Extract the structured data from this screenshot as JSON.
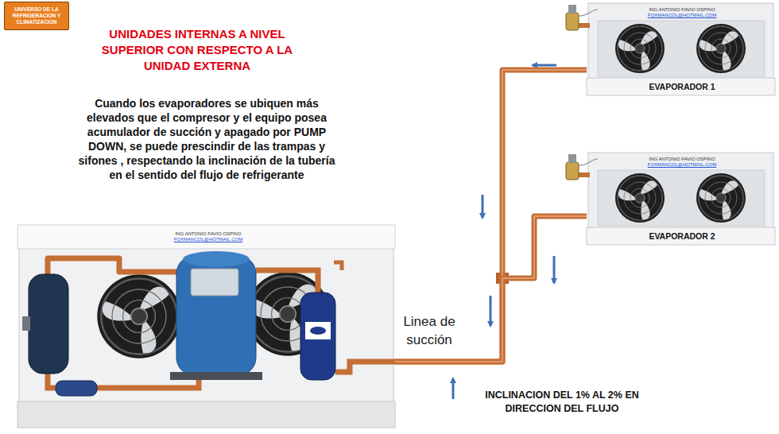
{
  "diagram": {
    "title": "UNIDADES INTERNAS A NIVEL SUPERIOR CON RESPECTO A LA UNIDAD EXTERNA",
    "nodes": [
      {
        "text": [
          "UNIVERSO DE LA REFRIGERACION Y CLIMATIZACION"
        ]
      },
      {
        "text": [
          "ING ANTONIO FAVIO OSPINO",
          "FOXMANCOL@HOTMAIL.COM",
          "EVAPORADOR 1"
        ]
      },
      {
        "text": [
          "ING ANTONIO FAVIO OSPINO",
          "FOXMANCOL@HOTMAIL.COM",
          "EVAPORADOR 2"
        ]
      },
      {
        "text": [
          "ING ANTONIO FAVIO OSPINO",
          "FOXMANCOL@HOTMAIL.COM"
        ]
      }
    ],
    "edges": [
      {
        "from": 1,
        "to": 3,
        "arrow": "none",
        "label": "Linea de succión"
      },
      {
        "from": 2,
        "to": 3,
        "arrow": "none"
      }
    ],
    "labels": [
      "Cuando los evaporadores se ubiquen más elevados que el compresor y el equipo posea acumulador de succión y apagado por PUMP DOWN, se puede prescindir de las trampas y sifones , respectando la inclinación de la tubería en el sentido del flujo de refrigerante",
      "INCLINACION DEL 1% AL 2% EN DIRECCION DEL FLUJO"
    ]
  }
}
